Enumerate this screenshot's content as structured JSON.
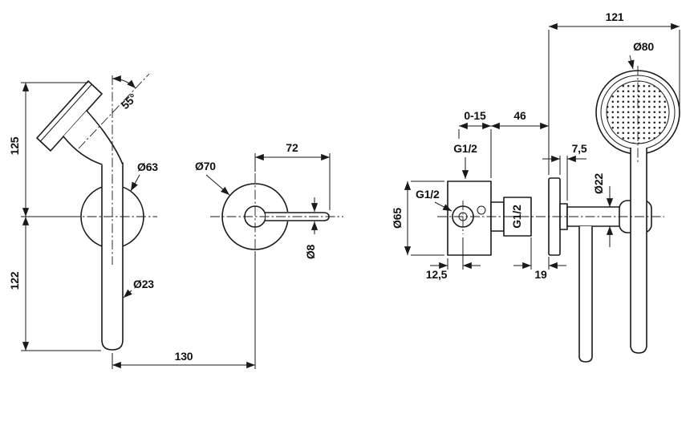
{
  "drawing_labels": {
    "front": {
      "height_upper": "125",
      "height_lower": "122",
      "head_angle": "55°",
      "escutcheon_dia": "Ø63",
      "rail_dia": "Ø23",
      "offset_width": "130"
    },
    "outlet": {
      "spout_length": "72",
      "plate_dia": "Ø70",
      "spout_dia": "Ø8"
    },
    "side": {
      "projection": "121",
      "handshower_dia": "Ø80",
      "adjust_range": "0-15",
      "body_depth": "46",
      "plate_gap": "7,5",
      "thread_top": "G1/2",
      "thread_side": "G1/2",
      "thread_outlet": "G1/2",
      "body_dia": "Ø65",
      "spout_dia": "Ø22",
      "inlet_offset": "12,5",
      "wall_gap": "19"
    }
  }
}
